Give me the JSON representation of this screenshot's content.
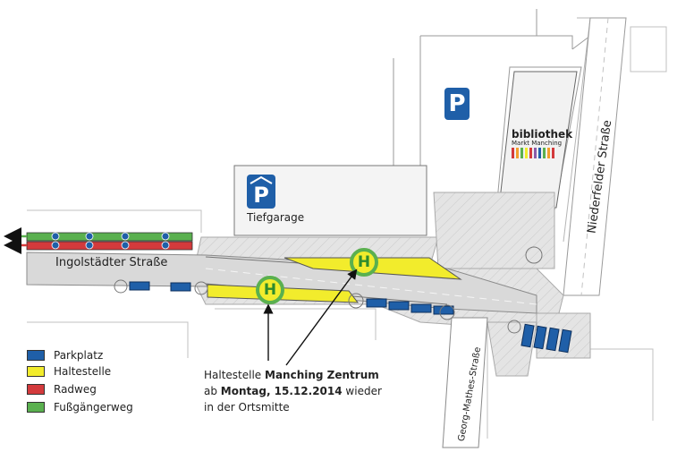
{
  "streets": {
    "ingolstaedter": "Ingolstädter Straße",
    "niederfelder": "Niederfelder Straße",
    "georg_mathes": "Georg-Mathes-Straße"
  },
  "places": {
    "tiefgarage": "Tiefgarage",
    "bibliothek_title": "bibliothek",
    "bibliothek_sub": "Markt Manching"
  },
  "icons": {
    "parking": "P",
    "bus_stop": "H"
  },
  "legend": {
    "items": [
      {
        "label": "Parkplatz",
        "color": "#1f5fa8"
      },
      {
        "label": "Haltestelle",
        "color": "#f2ec2c"
      },
      {
        "label": "Radweg",
        "color": "#d33a3c"
      },
      {
        "label": "Fußgängerweg",
        "color": "#5ab04f"
      }
    ]
  },
  "annotation": {
    "prefix": "Haltestelle ",
    "bold_name": "Manching Zentrum",
    "line2_prefix": "ab ",
    "line2_bold": "Montag, 15.12.2014",
    "line2_suffix": " wieder",
    "line3": "in der Ortsmitte"
  },
  "colors": {
    "parking": "#1f5fa8",
    "bus_stop": "#f2ec2c",
    "bike": "#d33a3c",
    "walk": "#5ab04f",
    "h_sign_ring": "#5ab04f",
    "h_sign_fill": "#f2ec2c",
    "road": "#d9d9d9"
  }
}
